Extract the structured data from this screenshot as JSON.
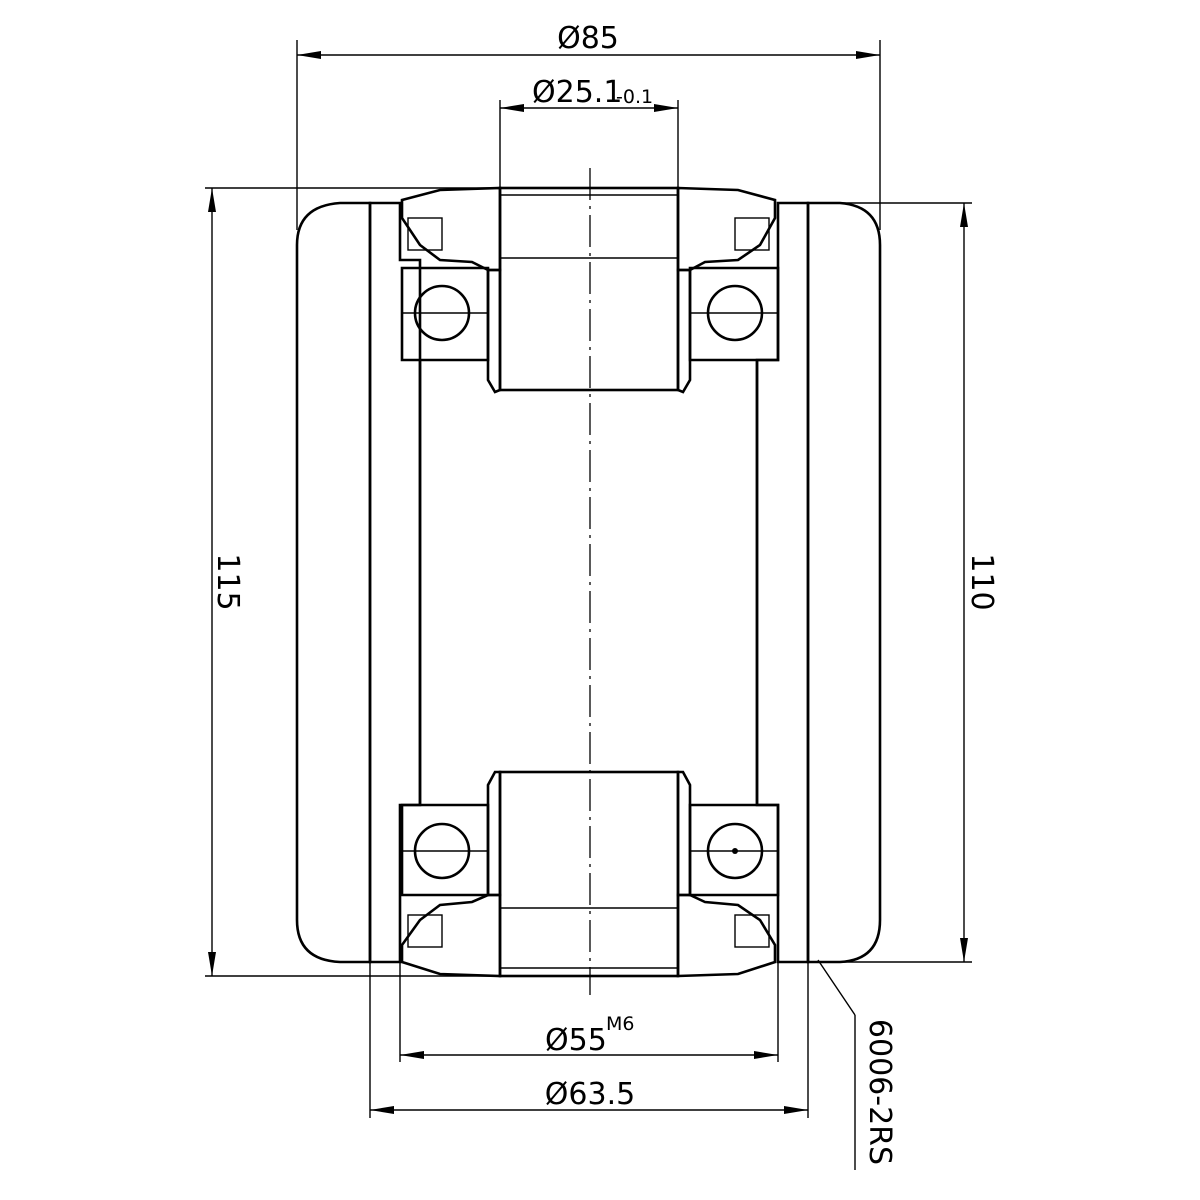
{
  "dimensions": {
    "outer_diameter": "Ø85",
    "bore_diameter": "Ø25.1",
    "bore_tolerance": "-0.1",
    "bearing_diameter": "Ø55",
    "bearing_fit": "M6",
    "hub_diameter": "Ø63.5",
    "overall_length": "115",
    "tread_length": "110",
    "bearing_code": "6006-2RS"
  },
  "colors": {
    "line": "#000000",
    "background": "#ffffff"
  }
}
